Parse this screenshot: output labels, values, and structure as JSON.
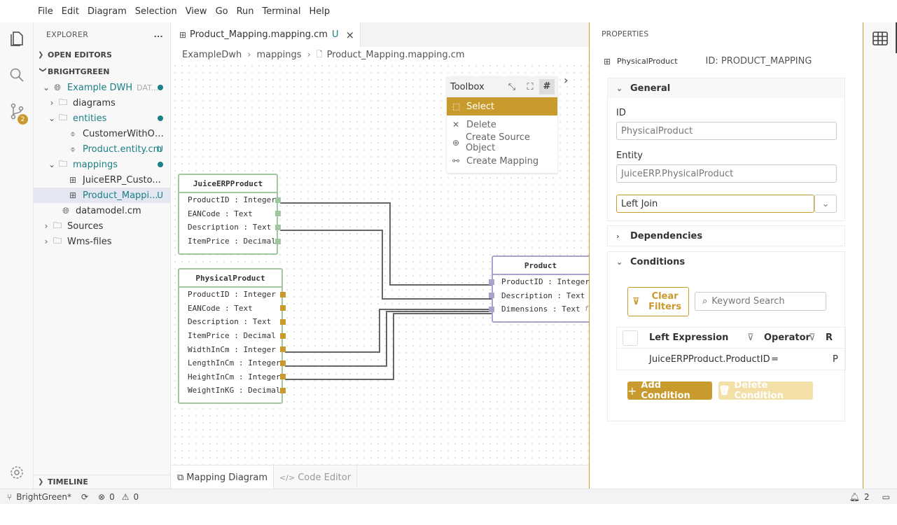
{
  "menu": [
    "File",
    "Edit",
    "Diagram",
    "Selection",
    "View",
    "Go",
    "Run",
    "Terminal",
    "Help"
  ],
  "activity": {
    "scm_badge": "2"
  },
  "explorer": {
    "title": "EXPLORER",
    "more": "...",
    "open_editors": "OPEN EDITORS",
    "workspace": "BRIGHTGREEN",
    "tree": [
      {
        "label": "Example DWH",
        "suffix": "DAT...",
        "icon": "globe-icon",
        "decoration": "dot"
      },
      {
        "label": "diagrams",
        "icon": "folder-icon"
      },
      {
        "label": "entities",
        "icon": "folder-icon",
        "decoration": "dot"
      },
      {
        "label": "CustomerWithOrd...",
        "icon": "entity-icon"
      },
      {
        "label": "Product.entity.cm",
        "icon": "entity-icon",
        "decoration": "U"
      },
      {
        "label": "mappings",
        "icon": "folder-icon",
        "decoration": "dot"
      },
      {
        "label": "JuiceERP_Custo...",
        "icon": "mapping-icon"
      },
      {
        "label": "Product_Mappi...",
        "icon": "mapping-icon",
        "decoration": "U"
      },
      {
        "label": "datamodel.cm",
        "icon": "globe-icon"
      },
      {
        "label": "Sources",
        "icon": "folder-icon"
      },
      {
        "label": "Wms-files",
        "icon": "folder-icon"
      }
    ],
    "timeline": "TIMELINE"
  },
  "editor": {
    "tab_label": "Product_Mapping.mapping.cm",
    "tab_status": "U",
    "breadcrumb": [
      "ExampleDwh",
      "mappings",
      "Product_Mapping.mapping.cm"
    ],
    "toolbox": {
      "title": "Toolbox",
      "items": [
        "Select",
        "Delete",
        "Create Source Object",
        "Create Mapping"
      ]
    },
    "nodes": {
      "juice": {
        "title": "JuiceERPProduct",
        "attrs": [
          {
            "name": "ProductID",
            "type": "Integer"
          },
          {
            "name": "EANCode",
            "type": "Text"
          },
          {
            "name": "Description",
            "type": "Text"
          },
          {
            "name": "ItemPrice",
            "type": "Decimal"
          }
        ]
      },
      "physical": {
        "title": "PhysicalProduct",
        "attrs": [
          {
            "name": "ProductID",
            "type": "Integer"
          },
          {
            "name": "EANCode",
            "type": "Text"
          },
          {
            "name": "Description",
            "type": "Text"
          },
          {
            "name": "ItemPrice",
            "type": "Decimal"
          },
          {
            "name": "WidthInCm",
            "type": "Integer"
          },
          {
            "name": "LengthInCm",
            "type": "Integer"
          },
          {
            "name": "HeightInCm",
            "type": "Integer"
          },
          {
            "name": "WeightInKG",
            "type": "Decimal"
          }
        ]
      },
      "product": {
        "title": "Product",
        "attrs": [
          {
            "name": "ProductID",
            "type": "Integer"
          },
          {
            "name": "Description",
            "type": "Text"
          },
          {
            "name": "Dimensions",
            "type": "Text",
            "fx": "fx"
          }
        ]
      }
    },
    "bottom_tabs": [
      "Mapping Diagram",
      "Code Editor"
    ]
  },
  "properties": {
    "title": "PROPERTIES",
    "object_name": "PhysicalProduct",
    "object_id": "ID: PRODUCT_MAPPING",
    "general": {
      "heading": "General",
      "id_label": "ID",
      "id_value": "PhysicalProduct",
      "entity_label": "Entity",
      "entity_value": "JuiceERP.PhysicalProduct",
      "join_value": "Left Join"
    },
    "dependencies": "Dependencies",
    "conditions": {
      "heading": "Conditions",
      "clear_filters": "Clear Filters",
      "search_placeholder": "Keyword Search",
      "columns": [
        "Left Expression",
        "Operator",
        "R"
      ],
      "rows": [
        {
          "left": "JuiceERPProduct.ProductID",
          "op": "=",
          "right": "P"
        }
      ],
      "add": "Add Condition",
      "delete": "Delete Condition"
    }
  },
  "status": {
    "branch": "BrightGreen*",
    "errors": "0",
    "warnings": "0",
    "notifications": "2"
  },
  "colors": {
    "accent": "#c99a2e",
    "teal": "#1a7f86",
    "source_green": "#9fc89f",
    "target_purple": "#a8a4d0"
  }
}
